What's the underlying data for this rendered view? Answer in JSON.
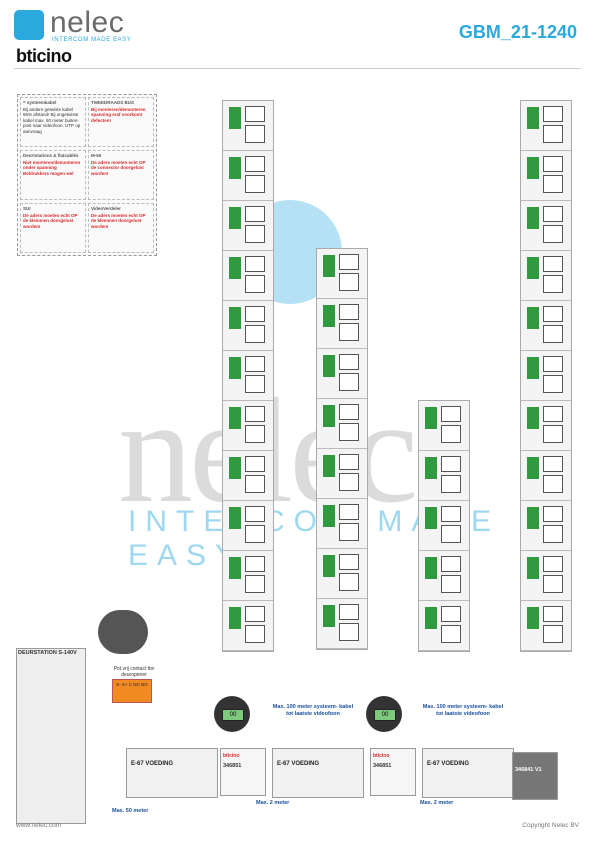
{
  "header": {
    "brand": "nelec",
    "tagline": "INTERCOM MADE EASY",
    "partner": "bticino",
    "doc_title": "GBM_21-1240"
  },
  "legend": {
    "cells": [
      {
        "head": "= systeemkabel",
        "body": "Bij andere getwiste kabel 66% afstand! Bij ongetwiste kabel max. 50 meter buiten-post naar videofoon. UTP op aanvraag"
      },
      {
        "head": "TWEEDRAADS BUS",
        "body": "Bij monteren/demonteren spanning eraf voorkomt defecten!"
      },
      {
        "head": "Deurtstations & flatcablés",
        "body": "Niet monteren/demonteren onder spanning Beldrukkers mogen wel"
      },
      {
        "head": "M-50",
        "body": "De aders moeten echt OP de connector doorgelust worden!"
      },
      {
        "head": "SUI",
        "body": "De aders moeten echt OP de klemmen doorgelust worden!"
      },
      {
        "head": "VideoVerdeler",
        "body": "De aders moeten echt OP de klemmen doorgelust worden!"
      }
    ]
  },
  "watermark": {
    "word": "nelec",
    "tag": "INTERCOM MADE EASY"
  },
  "door_station": {
    "label": "DEURSTATION S-140V"
  },
  "contact": {
    "label": "Pot.vrij contact tbv deuropener",
    "pins": "S- S+ C NC NO"
  },
  "modules": {
    "psu": [
      "E-67  VOEDING",
      "E-67  VOEDING",
      "E-67  VOEDING"
    ],
    "brand": [
      "bticino",
      "bticino"
    ],
    "splitter": [
      "346851",
      "346851"
    ],
    "distributor": "346841 V1",
    "knob": [
      "00",
      "00"
    ]
  },
  "notes": {
    "max50": "Max. 50 meter",
    "max2a": "Max. 2 meter",
    "max2b": "Max. 2 meter",
    "max100a": "Max. 100 meter systeem- kabel tot laatste videofoon",
    "max100b": "Max. 100 meter systeem- kabel tot laatste videofoon"
  },
  "colors": {
    "accent": "#2aa9df",
    "danger": "#d6282b",
    "terminal": "#2f9a3f",
    "contact": "#f28a22"
  },
  "footer": {
    "left": "www.nelec.com",
    "right": "Copyright Nelec BV"
  }
}
